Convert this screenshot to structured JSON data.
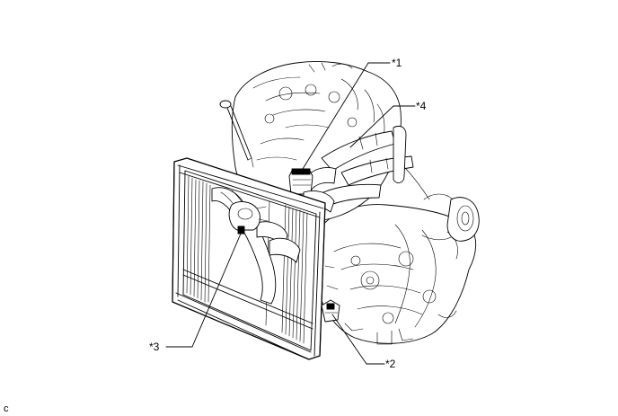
{
  "callouts": [
    {
      "id": "callout-1",
      "label": "*1"
    },
    {
      "id": "callout-2",
      "label": "*2"
    },
    {
      "id": "callout-3",
      "label": "*3"
    },
    {
      "id": "callout-4",
      "label": "*4"
    }
  ],
  "corner_mark": "c"
}
